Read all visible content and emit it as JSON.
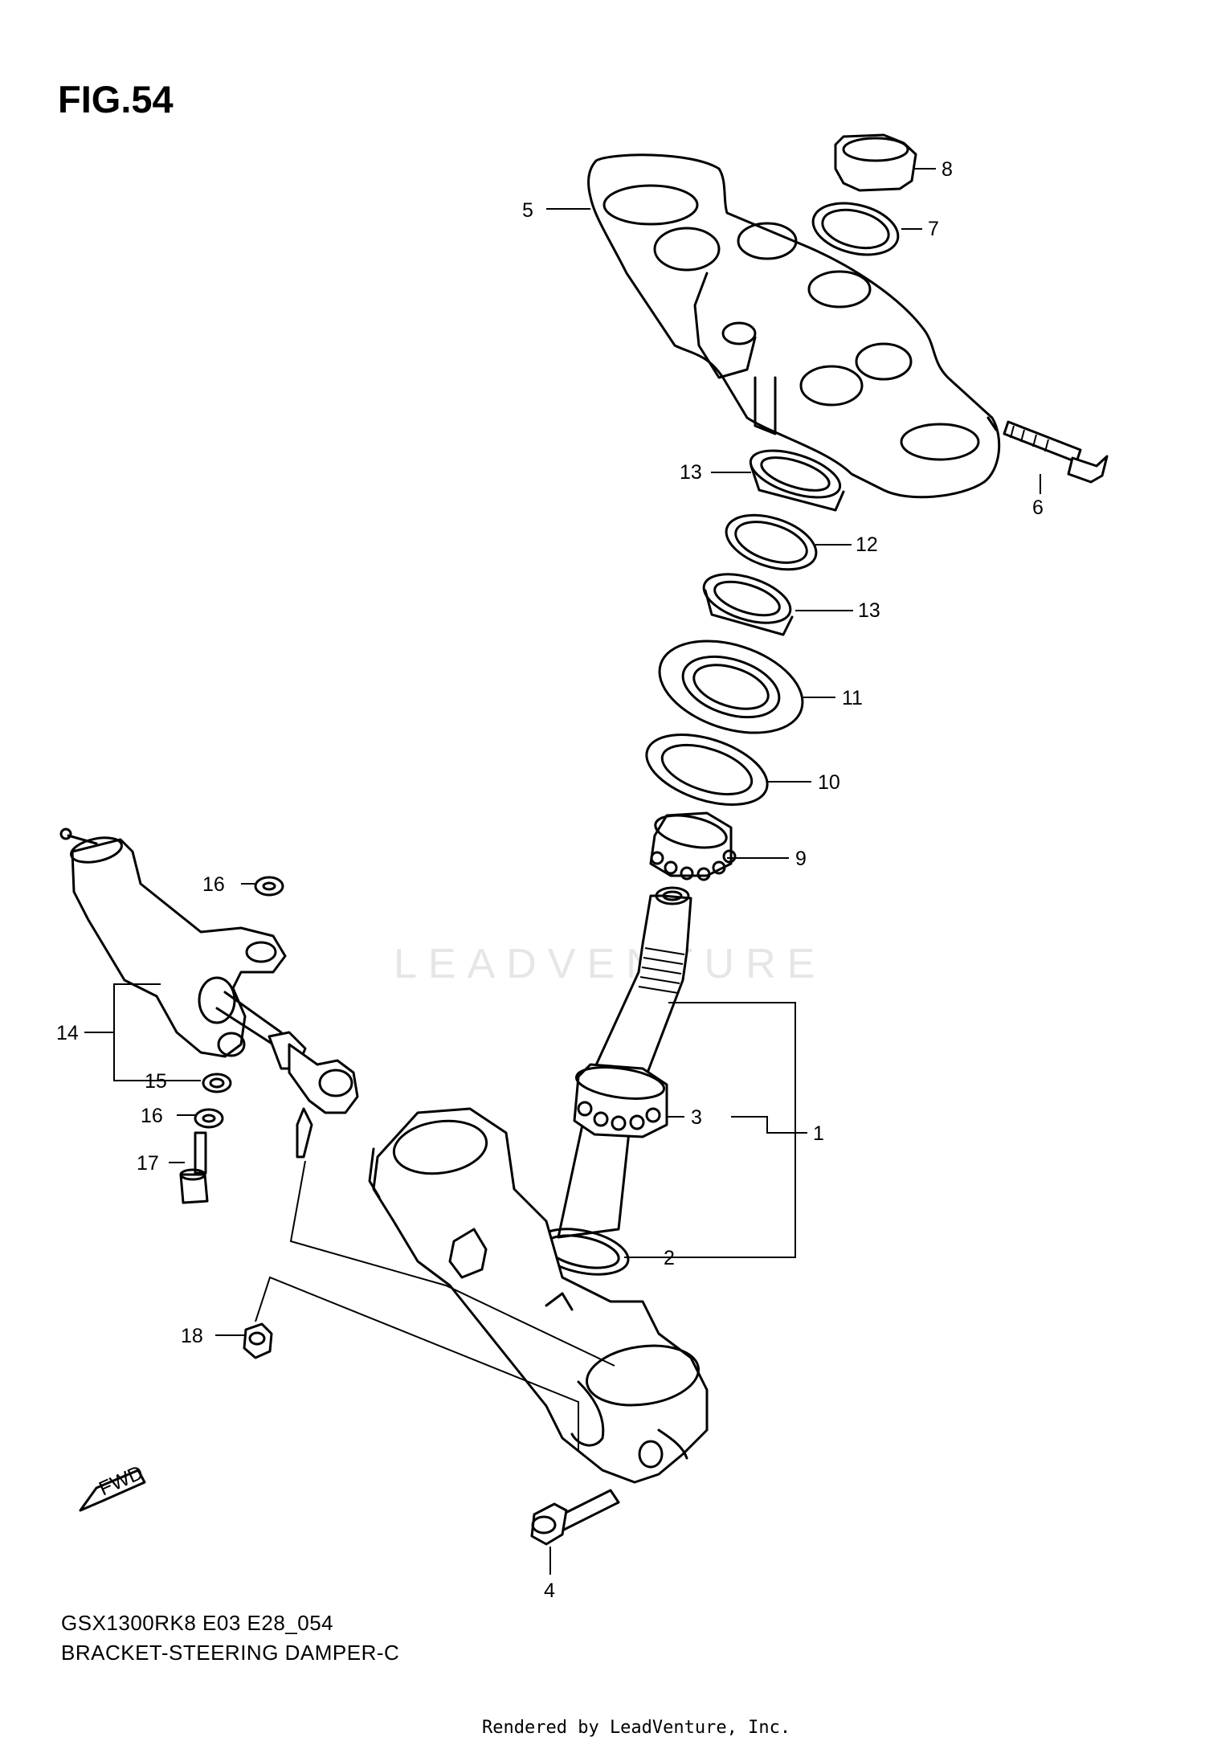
{
  "figure": {
    "title": "FIG.54",
    "model_code": "GSX1300RK8 E03 E28_054",
    "description": "BRACKET-STEERING DAMPER-C",
    "rendered_by": "Rendered by LeadVenture, Inc.",
    "watermark": "LEADVENTURE",
    "fwd_mark": "FWD"
  },
  "callouts": {
    "c1": "1",
    "c2": "2",
    "c3": "3",
    "c4": "4",
    "c5": "5",
    "c6": "6",
    "c7": "7",
    "c8": "8",
    "c9": "9",
    "c10": "10",
    "c11": "11",
    "c12": "12",
    "c13a": "13",
    "c13b": "13",
    "c14": "14",
    "c15": "15",
    "c16a": "16",
    "c16b": "16",
    "c17": "17",
    "c18": "18"
  }
}
